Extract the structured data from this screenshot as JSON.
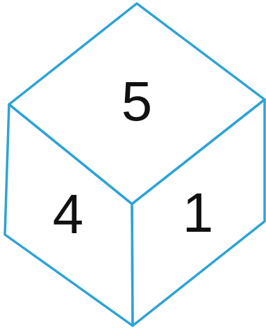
{
  "cube": {
    "edge_color": "#2ea3d6",
    "faces": {
      "top": "5",
      "left": "4",
      "right": "1"
    }
  }
}
